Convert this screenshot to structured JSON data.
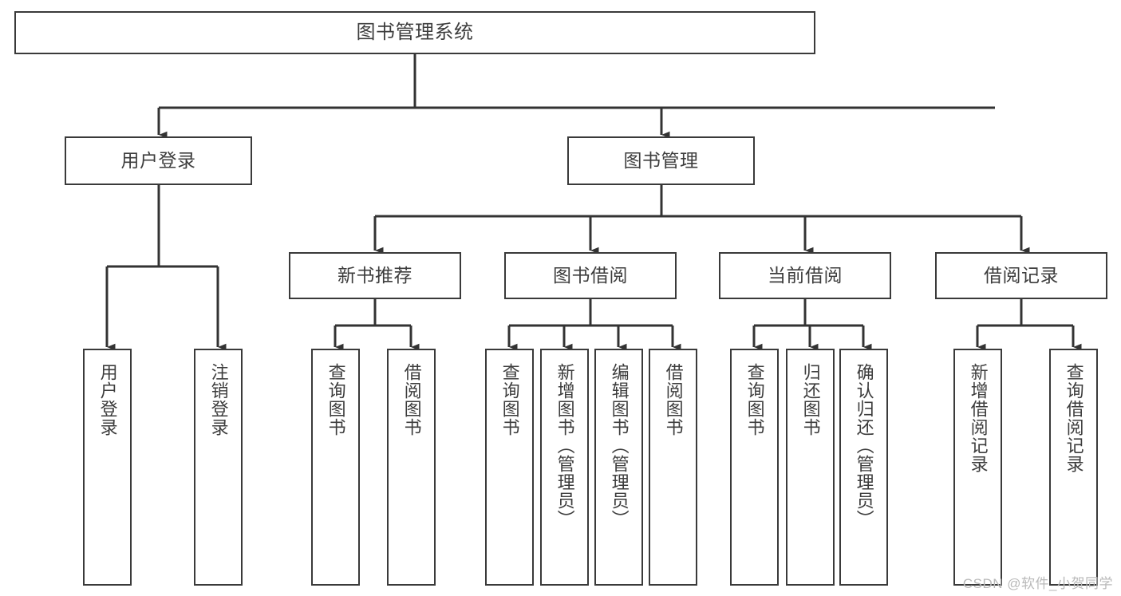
{
  "diagram": {
    "title": "图书管理系统",
    "type": "tree-hierarchy-chart",
    "watermark": "CSDN @软件_小贺同学",
    "colors": {
      "box_border": "#3a3a3a",
      "box_fill": "#ffffff",
      "edge": "#333333",
      "text": "#3d3d3d",
      "watermark": "#b9b9b9",
      "background": "#ffffff"
    }
  },
  "nodes": {
    "root": {
      "label": "图书管理系统"
    },
    "level2": [
      {
        "id": "user-login",
        "label": "用户登录"
      },
      {
        "id": "book-management",
        "label": "图书管理"
      }
    ],
    "level3": [
      {
        "id": "new-book-recommend",
        "label": "新书推荐"
      },
      {
        "id": "book-borrow",
        "label": "图书借阅"
      },
      {
        "id": "current-borrow",
        "label": "当前借阅"
      },
      {
        "id": "borrow-record",
        "label": "借阅记录"
      }
    ],
    "leaves": {
      "user_login": [
        {
          "id": "leaf-user-login",
          "label": "用户登录"
        },
        {
          "id": "leaf-logout-login",
          "label": "注销登录"
        }
      ],
      "new_book_recommend": [
        {
          "id": "leaf-query-book-1",
          "label": "查询图书"
        },
        {
          "id": "leaf-borrow-book-1",
          "label": "借阅图书"
        }
      ],
      "book_borrow": [
        {
          "id": "leaf-query-book-2",
          "label": "查询图书"
        },
        {
          "id": "leaf-add-book",
          "label": "新增图书（管理员）"
        },
        {
          "id": "leaf-edit-book",
          "label": "编辑图书（管理员）"
        },
        {
          "id": "leaf-borrow-book-2",
          "label": "借阅图书"
        }
      ],
      "current_borrow": [
        {
          "id": "leaf-query-book-3",
          "label": "查询图书"
        },
        {
          "id": "leaf-return-book",
          "label": "归还图书"
        },
        {
          "id": "leaf-confirm-return",
          "label": "确认归还（管理员）"
        }
      ],
      "borrow_record": [
        {
          "id": "leaf-add-borrow-record",
          "label": "新增借阅记录"
        },
        {
          "id": "leaf-query-borrow-record",
          "label": "查询借阅记录"
        }
      ]
    }
  }
}
